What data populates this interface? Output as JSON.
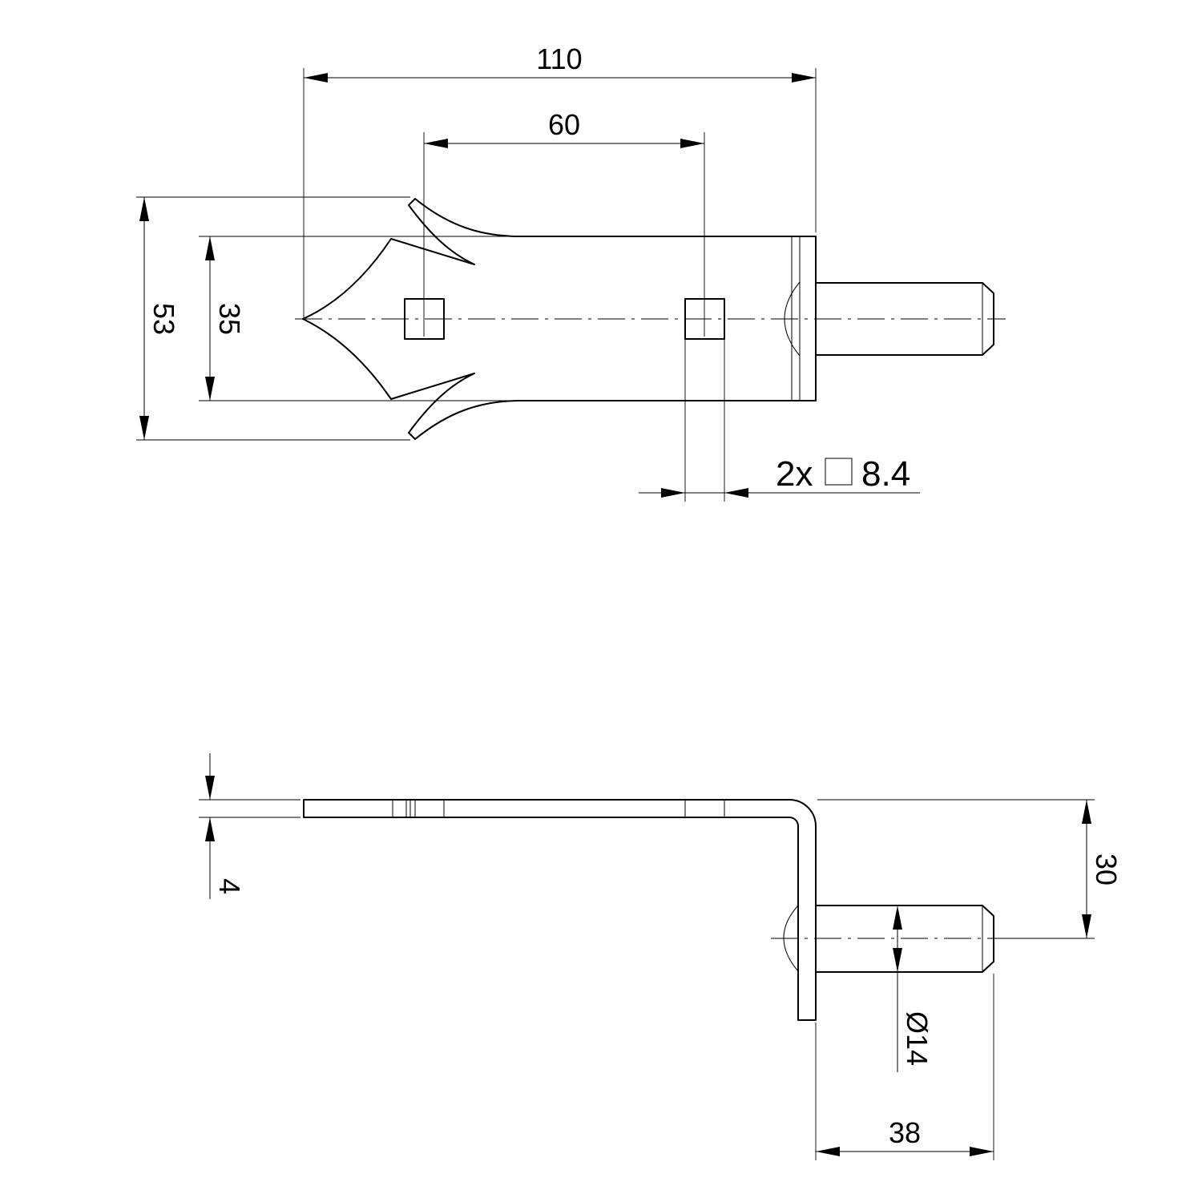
{
  "dimensions": {
    "overall_length": "110",
    "hole_spacing": "60",
    "spike_width": "53",
    "plate_width": "35",
    "hole_note_count": "2x",
    "hole_note_size": "8.4",
    "thickness": "4",
    "pin_offset": "30",
    "pin_diameter": "Ø14",
    "pin_length": "38"
  }
}
